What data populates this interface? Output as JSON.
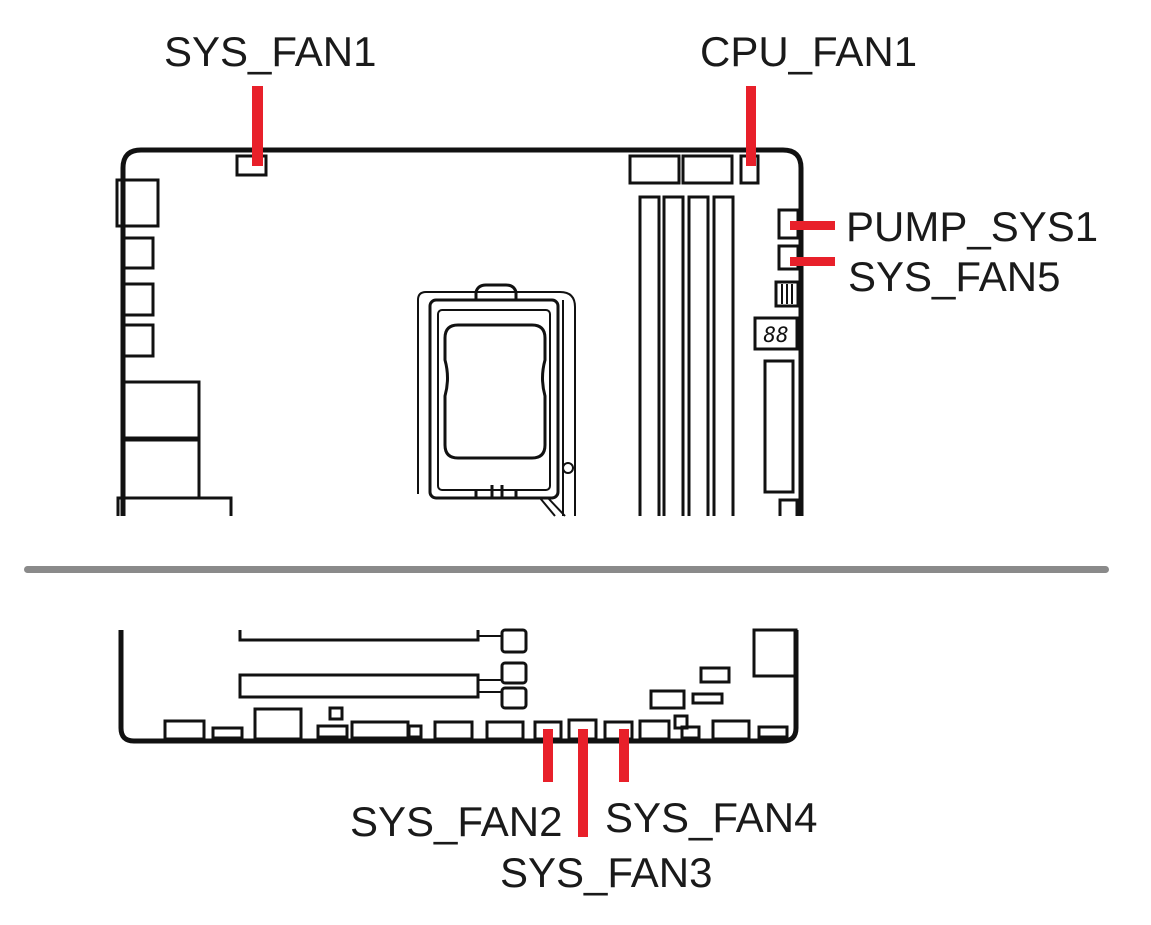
{
  "colors": {
    "leader": "#e8202a",
    "outline": "#111111",
    "divider": "#8a8a8a"
  },
  "labels": {
    "sys_fan1": "SYS_FAN1",
    "cpu_fan1": "CPU_FAN1",
    "pump_sys1": "PUMP_SYS1",
    "sys_fan5": "SYS_FAN5",
    "sys_fan2": "SYS_FAN2",
    "sys_fan3": "SYS_FAN3",
    "sys_fan4": "SYS_FAN4"
  },
  "debug_display": "88"
}
